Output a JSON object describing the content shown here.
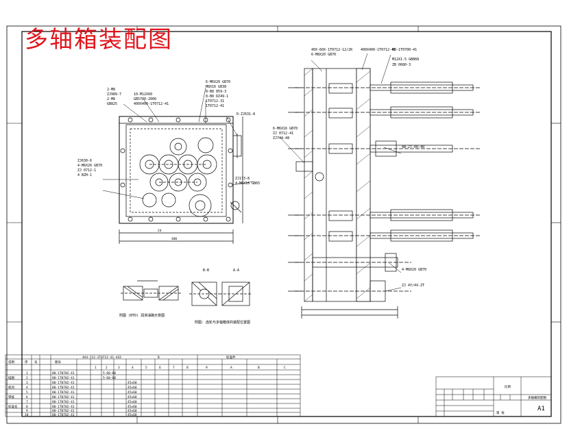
{
  "title": "多轴箱装配图",
  "sheet_size": "A1",
  "callouts": {
    "left": [
      "2-M8",
      "ZJ989-7",
      "2-M8",
      "GB825",
      "10-M12X60",
      "GB5780-2000",
      "400X400-1T0712-41",
      "6-M6X20 GB70",
      "M8X16 GB38",
      "8-B8 859-3",
      "8-B8 DZ49-1",
      "1T0712-31",
      "1T0712-41",
      "D-ZJ631-8",
      "ZJ630-6",
      "4-M6X20 GB70",
      "ZJ 0712-1",
      "4 BZH-1",
      "ZJ173-8",
      "4-M6X16 GB65"
    ],
    "right_top": [
      "40X-60X-1T0712-12/2K",
      "6-M8X20 GB70",
      "400X400-1T0712-41",
      "M8-1T0700-41",
      "M12X1.5 GB868",
      "ZB 0680-3"
    ],
    "right_mid": [
      "6-M6X16 GB70",
      "ZJ 0712-41",
      "ZJ744-48",
      "4B-ZT-00-40"
    ],
    "right_bot": [
      "4-M8X20 GB70",
      "ZJ 4Y/4X-ZT"
    ]
  },
  "section_titles": {
    "b_b": "B-B",
    "a_a": "A-A",
    "caption_left": "附图 (BTD) 润滑油路示意图",
    "caption_right": "附图: 齿轮与多轴箱体的装配位置图"
  },
  "parts_table": {
    "header_left": "4A4-212-1T0712-41-443",
    "header_mid": "B",
    "header_right": "标准件",
    "col_labels": [
      "序",
      "号",
      "图号",
      "",
      "1",
      "2",
      "3",
      "4",
      "5",
      "6",
      "7",
      "8",
      "9",
      "A",
      "B",
      "C"
    ],
    "rows": [
      [
        "1",
        "80-1T0702-41",
        "5-60-60"
      ],
      [
        "2",
        "80-1T0702-41",
        "5-60-60"
      ],
      [
        "3",
        "80-1T0702-41",
        "45x60"
      ],
      [
        "4",
        "80-1T0702-41",
        "45x60"
      ],
      [
        "5",
        "80-1T0702-41",
        "45x60"
      ],
      [
        "6",
        "80-1T0702-41",
        "45x60"
      ],
      [
        "7",
        "80-1T0702-41",
        "45x60"
      ],
      [
        "8",
        "80-1T0702-41",
        "45x60"
      ],
      [
        "9",
        "80-1T0702-41",
        "45x60"
      ],
      [
        "10",
        "80-1T0702-41",
        "45x60"
      ]
    ],
    "side_labels": [
      "说明",
      "描图",
      "校对",
      "审核",
      "标准化"
    ]
  },
  "title_block": {
    "company": "多轴箱装配图",
    "scale_label": "比例",
    "sheet_label": "第 张"
  }
}
